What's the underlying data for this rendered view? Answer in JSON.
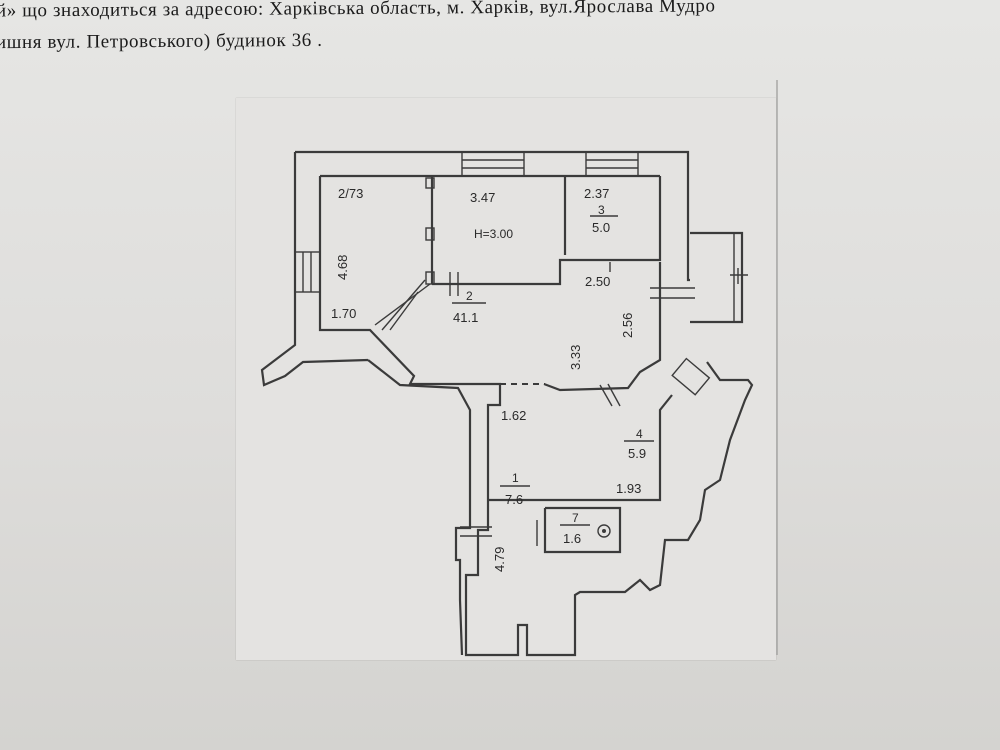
{
  "document": {
    "line1": "й» що знаходиться за адресою: Харківська область, м. Харків, вул.Ярослава Мудро",
    "line2": "ишня вул. Петровського) будинок 36 ."
  },
  "floor_plan": {
    "labels": {
      "room_top_left_width": "2/73",
      "room_left_height": "4.68",
      "room_left_bottom": "1.70",
      "room_center_top_width": "3.47",
      "ceiling_height": "H=3.00",
      "room_right_top_width": "2.37",
      "room3_number": "3",
      "room3_area": "5.0",
      "room_right_width": "2.50",
      "room2_number": "2",
      "room2_area": "41.1",
      "room2_depth": "3.33",
      "room2_side": "2.56",
      "corridor_width": "1.62",
      "room4_number": "4",
      "room4_area": "5.9",
      "room4_width": "1.93",
      "room1_number": "1",
      "room1_area": "7.6",
      "room1_length": "4.79",
      "room7_number": "7",
      "room7_area": "1.6"
    }
  }
}
